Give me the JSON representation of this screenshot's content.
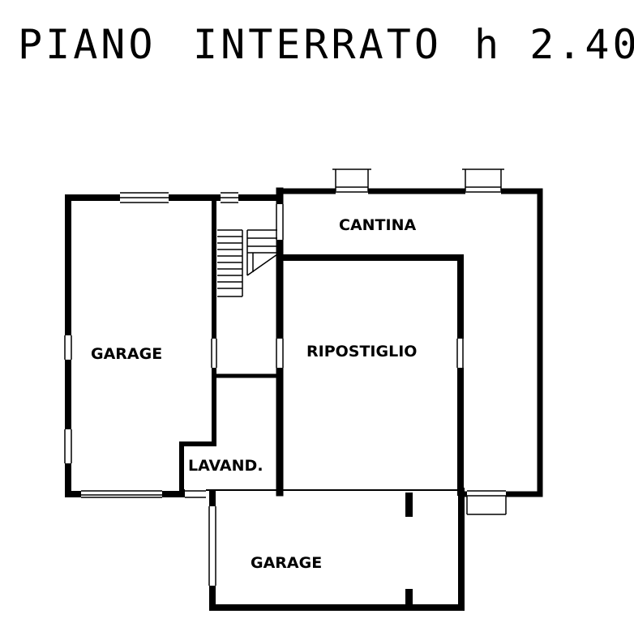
{
  "title": {
    "floor": "PIANO",
    "level": "INTERRATO",
    "height": "h 2.40"
  },
  "rooms": {
    "garage_left": "GARAGE",
    "cantina": "CANTINA",
    "ripostiglio": "RIPOSTIGLIO",
    "lavanderia": "LAVAND.",
    "garage_bottom": "GARAGE"
  }
}
